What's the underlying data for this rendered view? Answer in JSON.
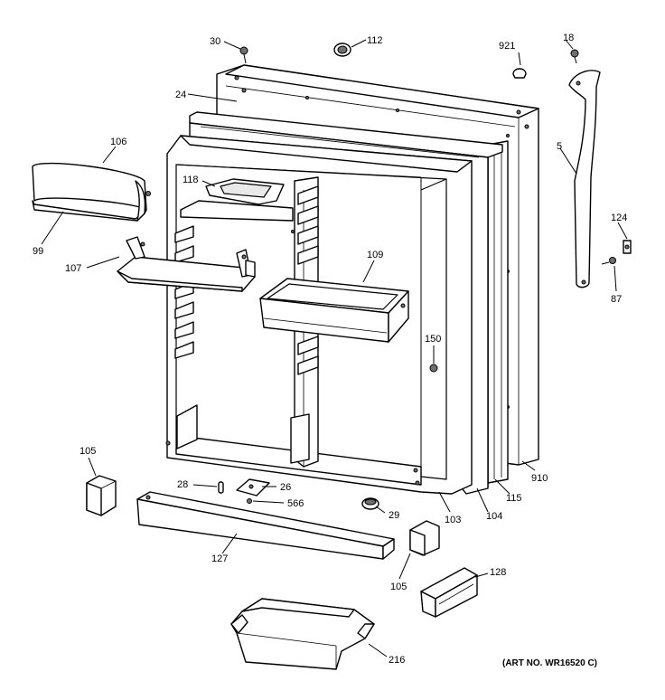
{
  "labels": {
    "p30": "30",
    "p112": "112",
    "p921": "921",
    "p18": "18",
    "p24": "24",
    "p106": "106",
    "p118": "118",
    "p5": "5",
    "p99": "99",
    "p107": "107",
    "p109": "109",
    "p124": "124",
    "p87": "87",
    "p150": "150",
    "p105a": "105",
    "p28": "28",
    "p26": "26",
    "p566": "566",
    "p29": "29",
    "p103": "103",
    "p104": "104",
    "p115": "115",
    "p910": "910",
    "p127": "127",
    "p105b": "105",
    "p128": "128",
    "p216": "216"
  },
  "art_number": "(ART NO. WR16520 C)"
}
